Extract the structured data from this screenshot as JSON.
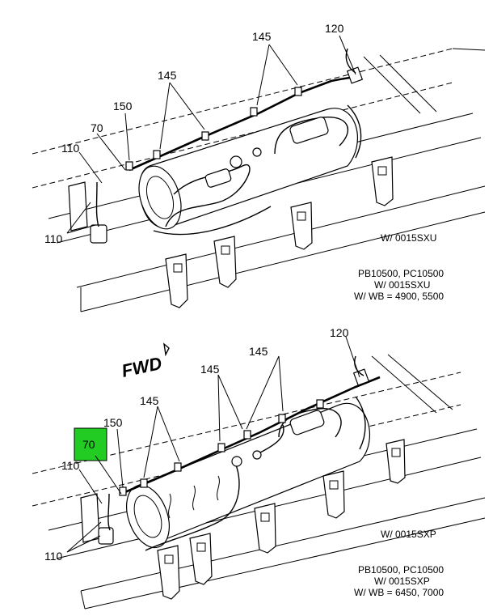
{
  "diagram": {
    "upper": {
      "callouts": {
        "c120": "120",
        "c145a": "145",
        "c145b": "145",
        "c150": "150",
        "c70": "70",
        "c110a": "110",
        "c110b": "110"
      },
      "variant_label": "W/ 0015SXU",
      "notes": [
        "PB10500, PC10500",
        "W/ 0015SXU",
        "W/ WB = 4900, 5500"
      ]
    },
    "direction_label": "FWD",
    "lower": {
      "callouts": {
        "c120": "120",
        "c145a": "145",
        "c145b": "145",
        "c145c": "145",
        "c150": "150",
        "c70": "70",
        "c110a": "110",
        "c110b": "110"
      },
      "highlight_color": "#22cc22",
      "variant_label": "W/ 0015SXP",
      "notes": [
        "PB10500, PC10500",
        "W/ 0015SXP",
        "W/ WB = 6450, 7000"
      ]
    }
  }
}
